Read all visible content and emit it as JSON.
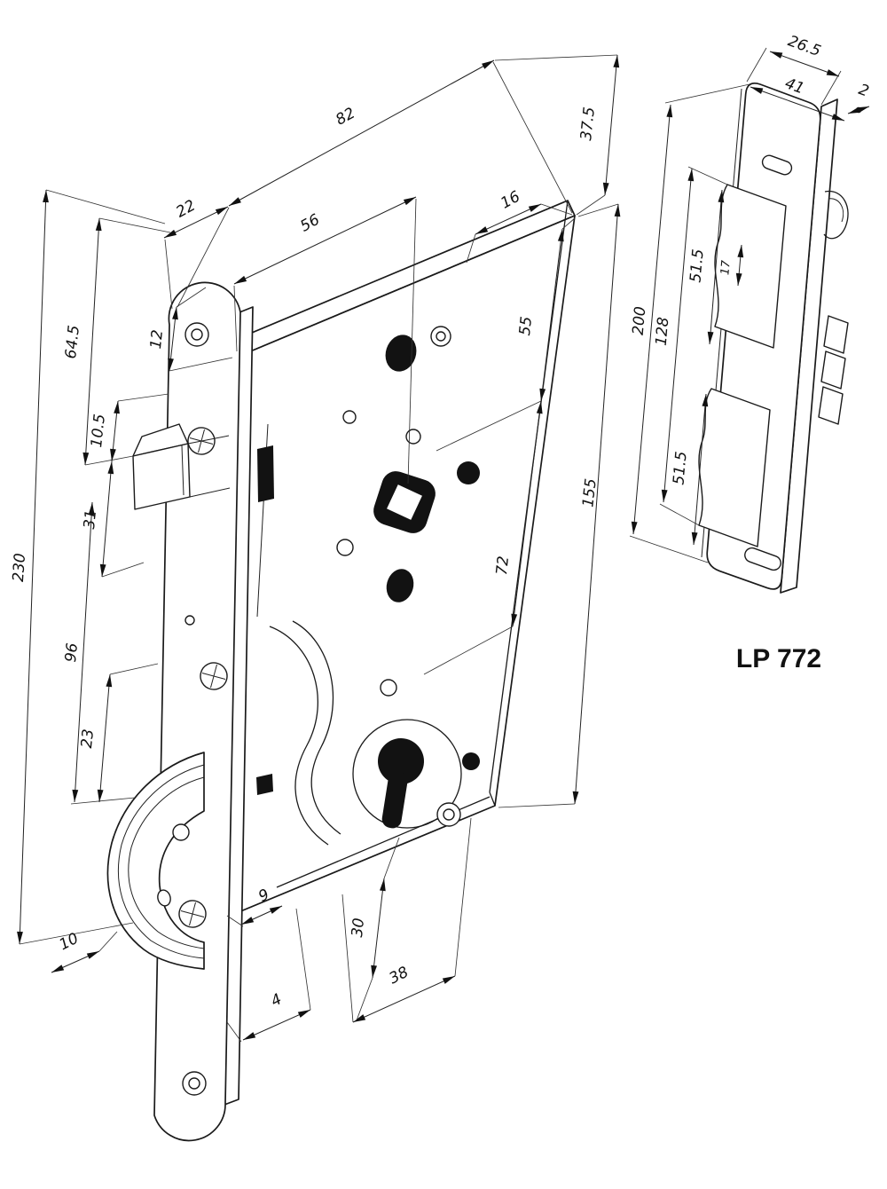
{
  "drawing": {
    "model_label": "LP 772",
    "colors": {
      "line": "#1a1a1a",
      "background": "#ffffff"
    },
    "dims_left": {
      "d82": "82",
      "d22": "22",
      "d56": "56",
      "d16": "16",
      "d37_5": "37.5",
      "d55": "55",
      "d72": "72",
      "d155": "155",
      "d64_5": "64.5",
      "d12": "12",
      "d10_5": "10.5",
      "d31": "31",
      "d96": "96",
      "d23": "23",
      "d230": "230",
      "d10": "10",
      "d9": "9",
      "d4": "4",
      "d30": "30",
      "d38": "38"
    },
    "dims_right": {
      "d26_5": "26.5",
      "d41": "41",
      "d2": "2",
      "d200": "200",
      "d128": "128",
      "d51_5_upper": "51.5",
      "d17": "17",
      "d51_5_lower": "51.5"
    }
  }
}
